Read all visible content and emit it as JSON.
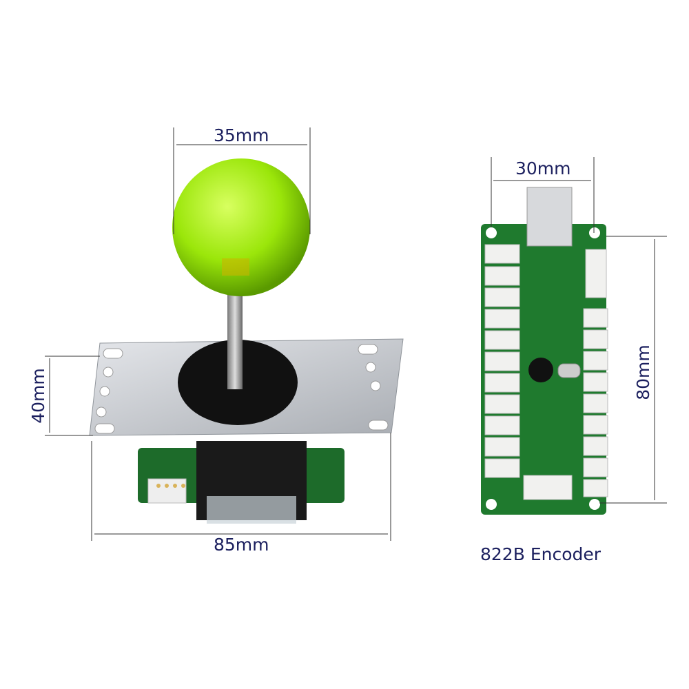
{
  "joystick": {
    "ball_diameter_label": "35mm",
    "plate_height_label": "40mm",
    "plate_width_label": "85mm",
    "ball_color": "#9be60a"
  },
  "encoder": {
    "width_label": "30mm",
    "height_label": "80mm",
    "caption": "822B Encoder",
    "board_color": "#1f7a2e"
  },
  "dimension_color": "#1b1f5e"
}
